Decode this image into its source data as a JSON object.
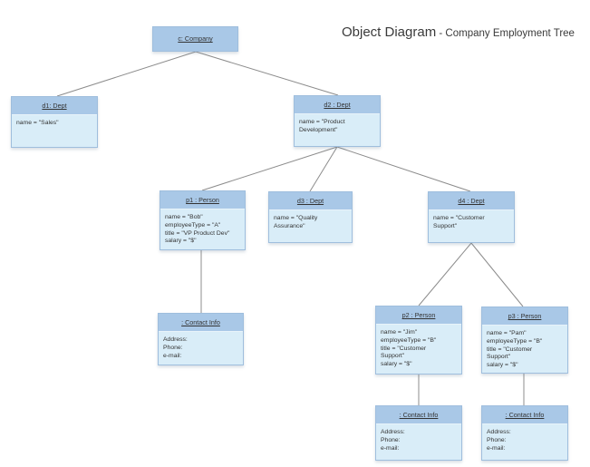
{
  "title": {
    "main": "Object Diagram",
    "sub": " - Company Employment Tree"
  },
  "colors": {
    "header_fill": "#a9c8e7",
    "body_fill": "#d9edf8",
    "box_border": "#9fbedd",
    "connector": "#8c8c8c",
    "text": "#333333",
    "background": "#ffffff"
  },
  "nodes": {
    "c": {
      "header": "c: Company",
      "attrs": []
    },
    "d1": {
      "header": "d1: Dept",
      "attrs": [
        "name = \"Sales\""
      ]
    },
    "d2": {
      "header": "d2 : Dept",
      "attrs": [
        "name = \"Product Development\""
      ]
    },
    "p1": {
      "header": "p1 : Person",
      "attrs": [
        "name = \"Bob\"",
        "employeeType = \"A\"",
        "title = \"VP Product Dev\"",
        "salary = \"$\""
      ]
    },
    "d3": {
      "header": "d3 : Dept",
      "attrs": [
        "name = \"Quality Assurance\""
      ]
    },
    "d4": {
      "header": "d4 : Dept",
      "attrs": [
        "name = \"Customer Support\""
      ]
    },
    "ci1": {
      "header": ": Contact Info",
      "attrs": [
        "Address:",
        "Phone:",
        "e-mail:"
      ]
    },
    "p2": {
      "header": "p2 : Person",
      "attrs": [
        "name = \"Jim\"",
        "employeeType = \"B\"",
        "title = \"Customer\nSupport\"",
        "salary = \"$\""
      ]
    },
    "p3": {
      "header": "p3 : Person",
      "attrs": [
        "name = \"Pam\"",
        "employeeType = \"B\"",
        "title = \"Customer\nSupport\"",
        "salary = \"$\""
      ]
    },
    "ci2": {
      "header": ": Contact Info",
      "attrs": [
        "Address:",
        "Phone:",
        "e-mail:"
      ]
    },
    "ci3": {
      "header": ": Contact Info",
      "attrs": [
        "Address:",
        "Phone:",
        "e-mail:"
      ]
    }
  },
  "edges": [
    {
      "from": "c",
      "to": "d1"
    },
    {
      "from": "c",
      "to": "d2"
    },
    {
      "from": "d2",
      "to": "p1"
    },
    {
      "from": "d2",
      "to": "d3"
    },
    {
      "from": "d2",
      "to": "d4"
    },
    {
      "from": "p1",
      "to": "ci1"
    },
    {
      "from": "d4",
      "to": "p2"
    },
    {
      "from": "d4",
      "to": "p3"
    },
    {
      "from": "p2",
      "to": "ci2"
    },
    {
      "from": "p3",
      "to": "ci3"
    }
  ]
}
